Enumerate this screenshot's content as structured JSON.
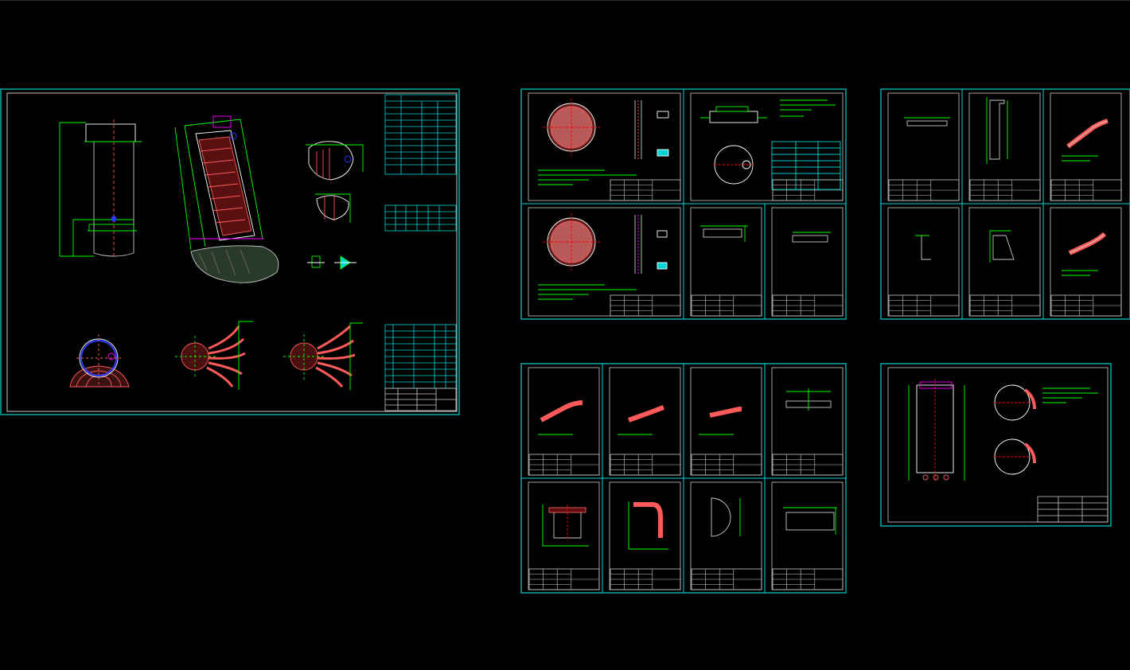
{
  "app": {
    "title": "",
    "background": "#000000"
  },
  "colors": {
    "frame": "#00d5d5",
    "inner_frame": "#c8c8c8",
    "geometry": "#00ff00",
    "hatch": "#ff5a5a",
    "accent": "#ff00ff",
    "blue": "#2a3cff",
    "white": "#ffffff",
    "yellow": "#ffff00"
  },
  "drawing": {
    "sheet_groups": [
      {
        "name": "assembly-sheet",
        "layout": "single",
        "sheets": 1
      },
      {
        "name": "tubesheet-parts-group",
        "layout": "grid",
        "sheets": 8
      },
      {
        "name": "small-parts-group-right",
        "layout": "grid",
        "sheets": 6
      },
      {
        "name": "pipe-parts-group",
        "layout": "grid",
        "sheets": 8
      },
      {
        "name": "shell-detail-sheet",
        "layout": "single",
        "sheets": 1
      }
    ],
    "total_sheets": 24
  }
}
